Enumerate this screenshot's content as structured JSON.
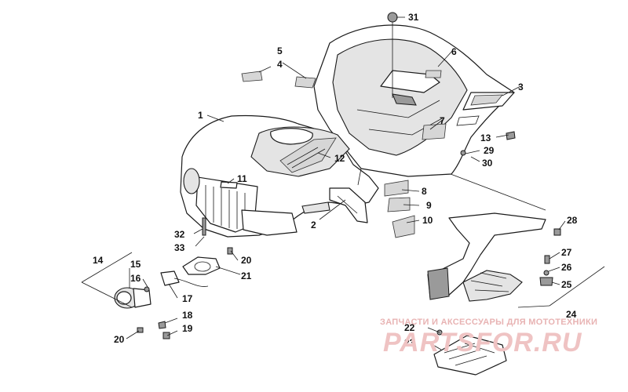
{
  "callouts": [
    {
      "id": "c1",
      "label": "1"
    },
    {
      "id": "c2",
      "label": "2"
    },
    {
      "id": "c3",
      "label": "3"
    },
    {
      "id": "c4",
      "label": "4"
    },
    {
      "id": "c5",
      "label": "5"
    },
    {
      "id": "c6",
      "label": "6"
    },
    {
      "id": "c7",
      "label": "7"
    },
    {
      "id": "c8",
      "label": "8"
    },
    {
      "id": "c9",
      "label": "9"
    },
    {
      "id": "c10",
      "label": "10"
    },
    {
      "id": "c11",
      "label": "11"
    },
    {
      "id": "c12",
      "label": "12"
    },
    {
      "id": "c13",
      "label": "13"
    },
    {
      "id": "c14",
      "label": "14"
    },
    {
      "id": "c15",
      "label": "15"
    },
    {
      "id": "c16",
      "label": "16"
    },
    {
      "id": "c17",
      "label": "17"
    },
    {
      "id": "c18",
      "label": "18"
    },
    {
      "id": "c19",
      "label": "19"
    },
    {
      "id": "c20a",
      "label": "20"
    },
    {
      "id": "c20b",
      "label": "20"
    },
    {
      "id": "c21",
      "label": "21"
    },
    {
      "id": "c22",
      "label": "22"
    },
    {
      "id": "c23",
      "label": "23"
    },
    {
      "id": "c24",
      "label": "24"
    },
    {
      "id": "c25",
      "label": "25"
    },
    {
      "id": "c26",
      "label": "26"
    },
    {
      "id": "c27",
      "label": "27"
    },
    {
      "id": "c28",
      "label": "28"
    },
    {
      "id": "c29",
      "label": "29"
    },
    {
      "id": "c30",
      "label": "30"
    },
    {
      "id": "c31",
      "label": "31"
    },
    {
      "id": "c32",
      "label": "32"
    },
    {
      "id": "c33",
      "label": "33"
    }
  ],
  "watermark": {
    "tagline": "ЗАПЧАСТИ И АКСЕССУАРЫ ДЛЯ МОТОТЕХНИКИ",
    "brand": "PARTSFOR.RU"
  }
}
